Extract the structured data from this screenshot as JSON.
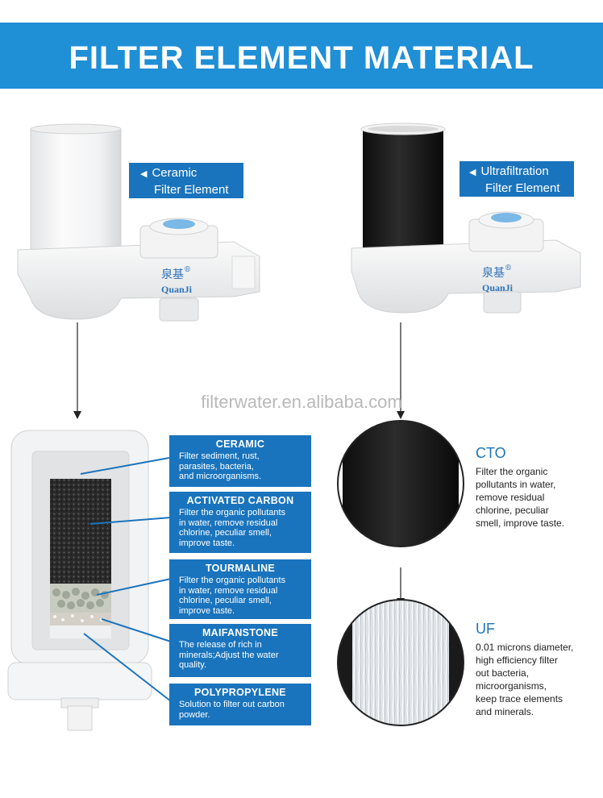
{
  "header": {
    "title": "FILTER ELEMENT MATERIAL"
  },
  "callouts": {
    "ceramic": [
      "Ceramic",
      "Filter Element"
    ],
    "uf": [
      "Ultrafiltration",
      "Filter Element"
    ]
  },
  "brand": {
    "cn": "泉基",
    "reg": "®",
    "en": "QuanJi"
  },
  "watermark": "filterwater.en.alibaba.com",
  "layers": [
    {
      "title": "CERAMIC",
      "desc": [
        "Filter sediment, rust,",
        "parasites, bacteria,",
        "and microorganisms."
      ]
    },
    {
      "title": "ACTIVATED CARBON",
      "desc": [
        "Filter the organic pollutants",
        "in water, remove residual",
        "chlorine, peculiar smell,",
        "improve taste."
      ]
    },
    {
      "title": "TOURMALINE",
      "desc": [
        "Filter the organic pollutants",
        "in water, remove residual",
        "chlorine, peculiar smell,",
        "improve taste."
      ]
    },
    {
      "title": "MAIFANSTONE",
      "desc": [
        "The release of rich in",
        "minerals;Adjust the water",
        "quality."
      ]
    },
    {
      "title": "POLYPROPYLENE",
      "desc": [
        "Solution to filter out carbon",
        "powder."
      ]
    }
  ],
  "right": {
    "cto": {
      "title": "CTO",
      "desc": [
        "Filter the organic",
        "pollutants in water,",
        "remove residual",
        "chlorine, peculiar",
        "smell, improve taste."
      ]
    },
    "uf": {
      "title": "UF",
      "desc": [
        "0.01 microns diameter,",
        "high efficiency filter",
        "out bacteria,",
        "microorganisms,",
        "keep trace elements",
        "and minerals."
      ]
    }
  },
  "colors": {
    "banner": "#1f8fd6",
    "callout": "#1a74bd",
    "accent_text": "#1a74bd"
  }
}
